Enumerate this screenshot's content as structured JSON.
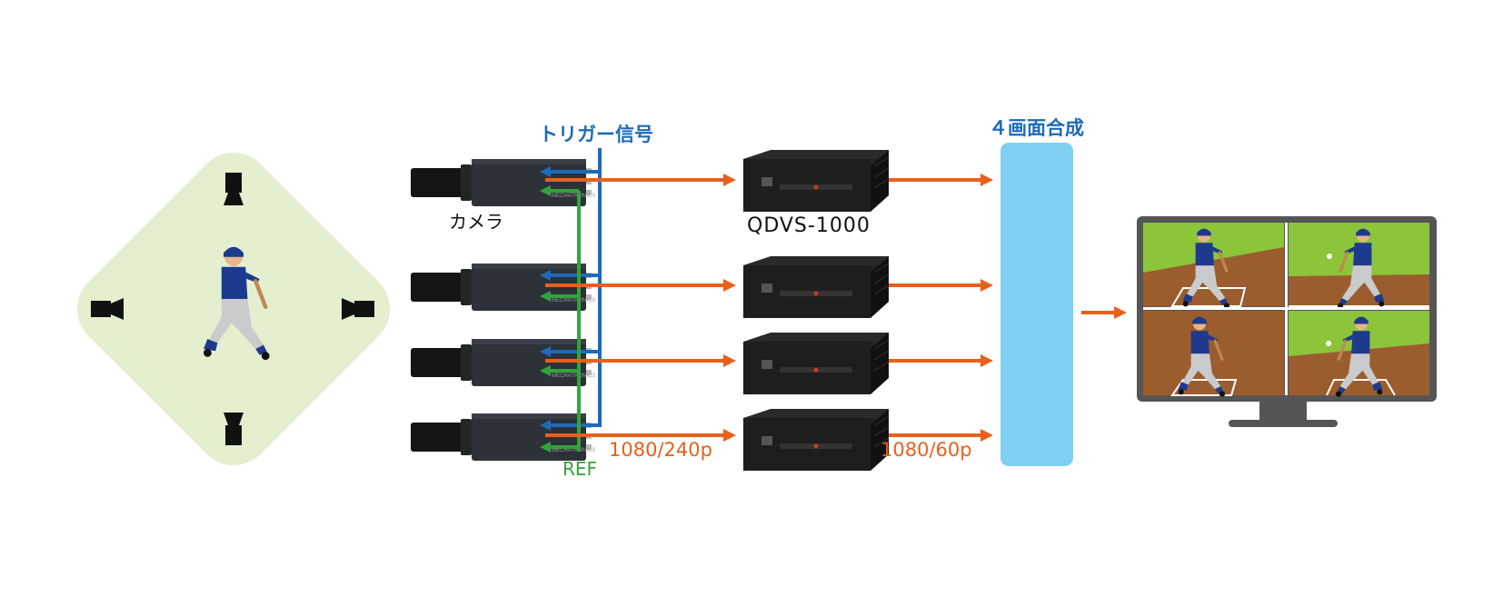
{
  "labels": {
    "trigger_signal": "トリガー信号",
    "composite": "４画面合成",
    "camera": "カメラ",
    "device": "QDVS-1000",
    "ref": "REF",
    "camera_output": "1080/240p",
    "device_output": "1080/60p"
  },
  "colors": {
    "trigger": "#1e6ab7",
    "ref": "#33a33b",
    "video": "#e8601c",
    "field_bg": "#e3efce",
    "composite_box": "#7fcff3",
    "monitor_frame": "#555555",
    "grass": "#8cc43a",
    "dirt": "#9b5d2e",
    "jersey": "#1d3a8f"
  },
  "icons": [
    "camera-icon",
    "capture-device-icon",
    "monitor-icon",
    "baseball-batter-icon",
    "filming-camera-icon"
  ]
}
